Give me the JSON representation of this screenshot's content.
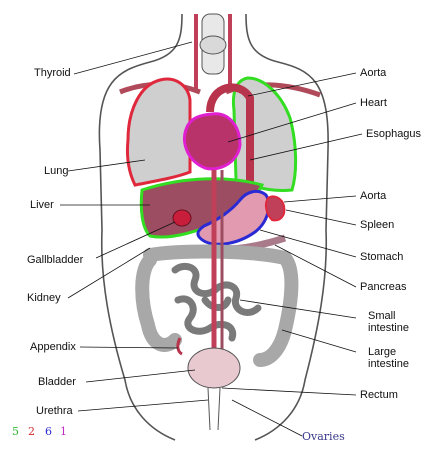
{
  "labels": {
    "thyroid": "Thyroid",
    "lung": "Lung",
    "liver": "Liver",
    "gallbladder": "Gallbladder",
    "kidney": "Kidney",
    "appendix": "Appendix",
    "bladder": "Bladder",
    "urethra": "Urethra",
    "aorta_top": "Aorta",
    "heart": "Heart",
    "esophagus": "Esophagus",
    "aorta_mid": "Aorta",
    "spleen": "Spleen",
    "stomach": "Stomach",
    "pancreas": "Pancreas",
    "small_intestine": "Small\nintestine",
    "large_intestine": "Large\nintestine",
    "rectum": "Rectum",
    "ovaries": "Ovaries"
  },
  "legend": [
    {
      "value": "5",
      "color": "#2db82d"
    },
    {
      "value": "2",
      "color": "#d42a2a"
    },
    {
      "value": "6",
      "color": "#2a2ad4"
    },
    {
      "value": "1",
      "color": "#c42ac4"
    }
  ],
  "highlight_colors": {
    "lung_outline": "#e0283c",
    "lung_right_outline": "#33dd22",
    "heart_outline": "#e020d0",
    "liver_outline": "#33dd22",
    "stomach_outline": "#2a2ad4",
    "spleen_outline": "#e0283c"
  }
}
